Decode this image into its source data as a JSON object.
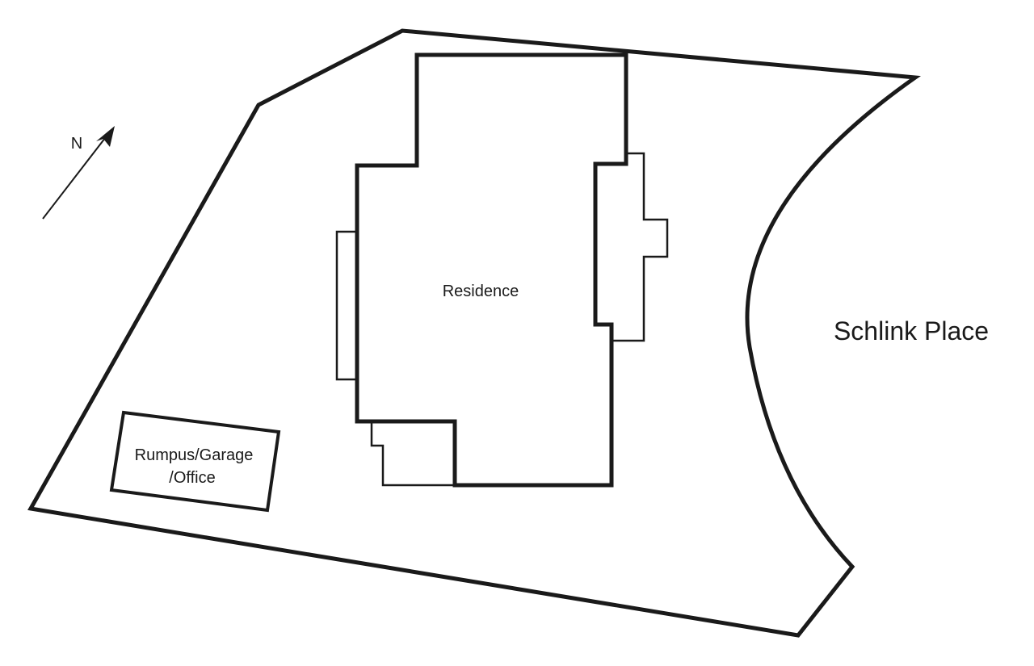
{
  "compass": {
    "label": "N"
  },
  "buildings": {
    "residence_label": "Residence",
    "outbuilding_label_line1": "Rumpus/Garage",
    "outbuilding_label_line2": "/Office"
  },
  "street": {
    "label": "Schlink Place"
  },
  "colors": {
    "line": "#1a1a1a",
    "background": "#ffffff"
  }
}
